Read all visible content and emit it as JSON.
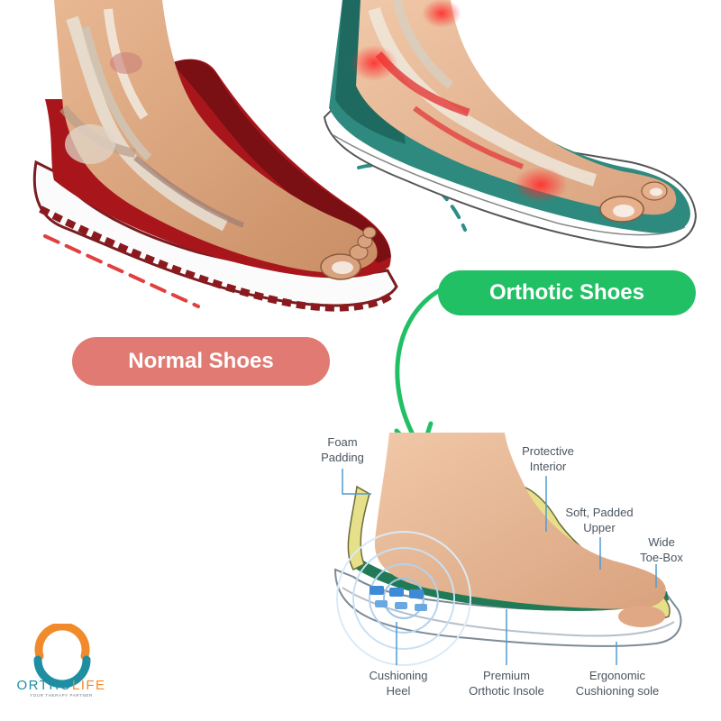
{
  "labels": {
    "normal_shoes": "Normal Shoes",
    "orthotic_shoes": "Orthotic Shoes"
  },
  "callouts": {
    "foam_padding": [
      "Foam",
      "Padding"
    ],
    "protective_interior": [
      "Protective",
      "Interior"
    ],
    "soft_padded_upper": [
      "Soft, Padded",
      "Upper"
    ],
    "wide_toe_box": [
      "Wide",
      "Toe-Box"
    ],
    "cushioning_heel": [
      "Cushioning",
      "Heel"
    ],
    "premium_orthotic_insole": [
      "Premium",
      "Orthotic Insole"
    ],
    "ergonomic_cushioning_sole": [
      "Ergonomic",
      "Cushioning sole"
    ]
  },
  "brand": {
    "name_part1": "ORTHO",
    "name_part2": "LIFE",
    "tagline": "YOUR THERAPY PARTNER"
  },
  "colors": {
    "normal_accent": "#e07a72",
    "orthotic_accent": "#22c065",
    "normal_shoe": "#a8161c",
    "orthotic_shoe": "#2e8a7e",
    "brand_teal": "#1f8ea3",
    "brand_orange": "#f08a2a"
  },
  "icons": [
    "curved-arrow-icon",
    "ortholife-logo-icon",
    "cushion-waves-icon"
  ]
}
